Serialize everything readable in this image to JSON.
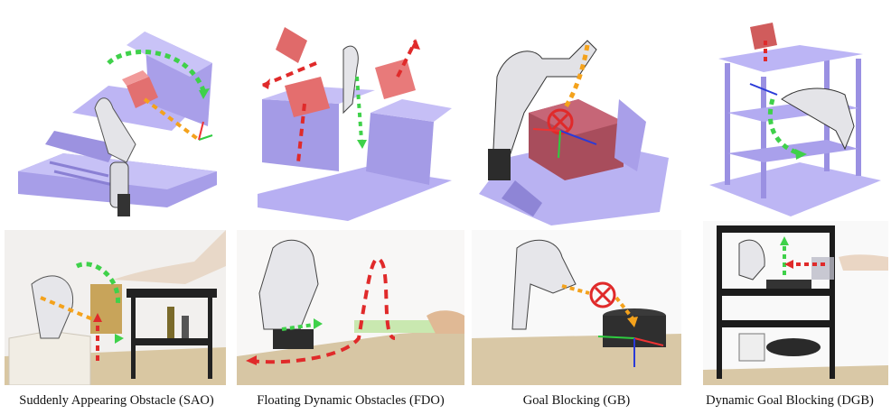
{
  "captions": {
    "sao": "Suddenly Appearing Obstacle (SAO)",
    "fdo": "Floating Dynamic Obstacles (FDO)",
    "gb": "Goal Blocking (GB)",
    "dgb": "Dynamic Goal Blocking (DGB)"
  },
  "colors": {
    "scene_purple": "#b9b2f2",
    "obstacle_red": "#e06a6a",
    "path_green": "#3fd14a",
    "path_red": "#e02a2a",
    "path_orange": "#f4a21c",
    "table_wood": "#d8c6a0"
  }
}
